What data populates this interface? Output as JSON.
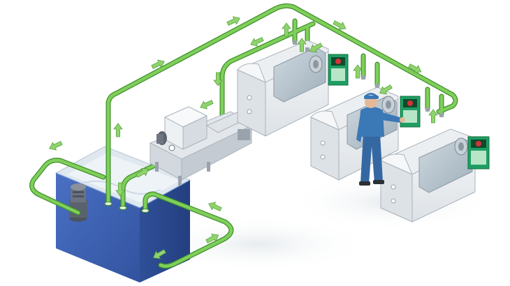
{
  "diagram": {
    "kind": "coolant filtration system illustration",
    "components": [
      {
        "id": "coolant-tank",
        "icon": "tank-icon",
        "count": 1
      },
      {
        "id": "tank-pump-motor",
        "icon": "pump-motor-icon",
        "count": 1
      },
      {
        "id": "filtration-unit",
        "icon": "filter-unit-icon",
        "count": 1
      },
      {
        "id": "machine-tool",
        "icon": "cnc-machine-icon",
        "count": 3
      },
      {
        "id": "control-panel",
        "icon": "control-panel-icon",
        "count": 3
      },
      {
        "id": "operator",
        "icon": "person-icon",
        "count": 1
      }
    ],
    "piping": {
      "color": "#6cc24a",
      "edge_color": "#3f8f2a",
      "arrow_count": 20
    },
    "colors": {
      "tank_front": "#3d62b8",
      "tank_side": "#2e4e99",
      "tank_top": "#e8eef4",
      "machine_body": "#eceff2",
      "machine_shade": "#c9ced4",
      "machine_window": "#b7c3cc",
      "panel_green": "#1f9e63",
      "panel_red": "#d6323a",
      "operator_suit": "#3a78b6",
      "background": "#ffffff"
    }
  }
}
